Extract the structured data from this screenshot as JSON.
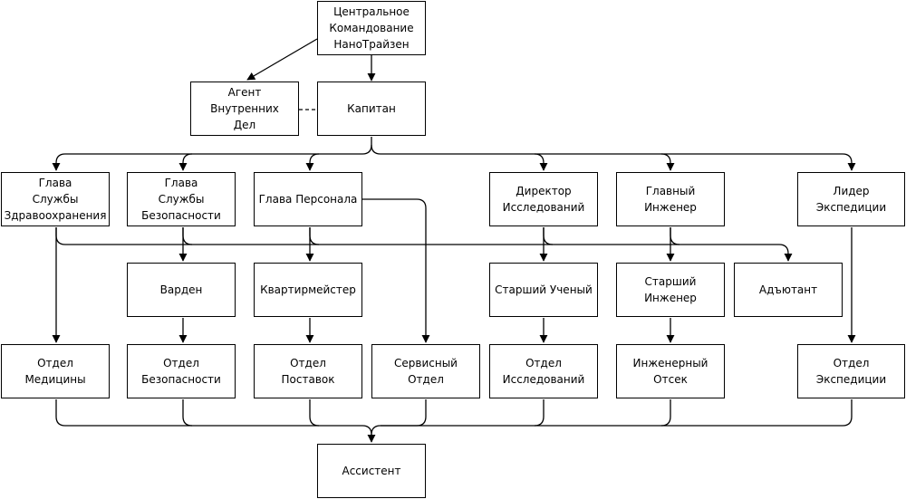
{
  "nodes": {
    "central_command": "Центральное\nКомандование\nНаноТрайзен",
    "internal_affairs_agent": "Агент\nВнутренних\nДел",
    "captain": "Капитан",
    "head_medical": "Глава\nСлужбы\nЗдравоохранения",
    "head_security": "Глава\nСлужбы\nБезопасности",
    "head_personnel": "Глава Персонала",
    "research_director": "Директор\nИсследований",
    "chief_engineer": "Главный\nИнженер",
    "expedition_leader": "Лидер\nЭкспедиции",
    "warden": "Варден",
    "quartermaster": "Квартирмейстер",
    "senior_scientist": "Старший Ученый",
    "senior_engineer": "Старший Инженер",
    "adjutant": "Адъютант",
    "dept_medicine": "Отдел\nМедицины",
    "dept_security": "Отдел\nБезопасности",
    "dept_supply": "Отдел\nПоставок",
    "dept_service": "Сервисный\nОтдел",
    "dept_research": "Отдел\nИсследований",
    "dept_engineering": "Инженерный\nОтсек",
    "dept_expedition": "Отдел\nЭкспедиции",
    "assistant": "Ассистент"
  }
}
